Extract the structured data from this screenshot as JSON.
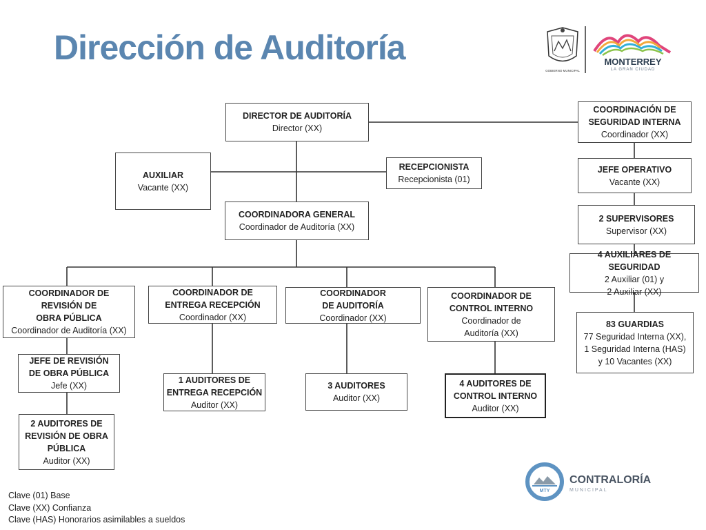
{
  "title": "Dirección de Auditoría",
  "boxes": {
    "director": {
      "t": "DIRECTOR DE AUDITORÍA",
      "s": "Director (XX)"
    },
    "auxiliar": {
      "t": "AUXILIAR",
      "s": "Vacante (XX)"
    },
    "recepcionista": {
      "t": "RECEPCIONISTA",
      "s": "Recepcionista  (01)"
    },
    "coordgeneral": {
      "t": "COORDINADORA GENERAL",
      "s": "Coordinador de Auditoría (XX)"
    },
    "coordseguridad": {
      "t": "COORDINACIÓN DE\nSEGURIDAD INTERNA",
      "s": "Coordinador (XX)"
    },
    "jefeoperativo": {
      "t": "JEFE OPERATIVO",
      "s": "Vacante (XX)"
    },
    "supervisores": {
      "t": "2 SUPERVISORES",
      "s": "Supervisor (XX)"
    },
    "auxseguridad": {
      "t": "4 AUXILIARES DE SEGURIDAD",
      "s": "2 Auxiliar (01) y\n2 Auxiliar (XX)"
    },
    "guardias": {
      "t": "83 GUARDIAS",
      "s": "77 Seguridad Interna (XX),\n1 Seguridad Interna (HAS)\ny 10 Vacantes (XX)"
    },
    "coordobra": {
      "t": "COORDINADOR DE\nREVISIÓN DE\nOBRA PÚBLICA",
      "s": "Coordinador de Auditoría (XX)"
    },
    "coordentrega": {
      "t": "COORDINADOR DE\nENTREGA RECEPCIÓN",
      "s": "Coordinador (XX)"
    },
    "coordauditoria": {
      "t": "COORDINADOR\nDE AUDITORÍA",
      "s": "Coordinador (XX)"
    },
    "coordcontrol": {
      "t": "COORDINADOR DE\nCONTROL INTERNO",
      "s": "Coordinador de\nAuditoría (XX)"
    },
    "jefeobra": {
      "t": "JEFE DE REVISIÓN\nDE OBRA PÚBLICA",
      "s": "Jefe (XX)"
    },
    "audobra": {
      "t": "2 AUDITORES DE\nREVISIÓN DE OBRA\nPÚBLICA",
      "s": "Auditor (XX)"
    },
    "audentrega": {
      "t": "1 AUDITORES DE\nENTREGA RECEPCIÓN",
      "s": "Auditor (XX)"
    },
    "auditores3": {
      "t": "3 AUDITORES",
      "s": "Auditor (XX)"
    },
    "audcontrol": {
      "t": "4 AUDITORES DE\nCONTROL INTERNO",
      "s": "Auditor (XX)"
    }
  },
  "legend": [
    "Clave (01) Base",
    "Clave (XX) Confianza",
    "Clave (HAS) Honorarios asimilables a sueldos"
  ],
  "logos": {
    "gobierno": "GOBIERNO MUNICIPAL",
    "monterrey": "MONTERREY",
    "monterrey_sub": "LA GRAN CIUDAD",
    "contraloria": "CONTRALORÍA",
    "contraloria_sub": "MUNICIPAL",
    "mty": "MTY"
  },
  "colors": {
    "title": "#5b86b0",
    "contraloria_ring": "#5e93c2",
    "monterrey_text": "#2c3e50"
  }
}
